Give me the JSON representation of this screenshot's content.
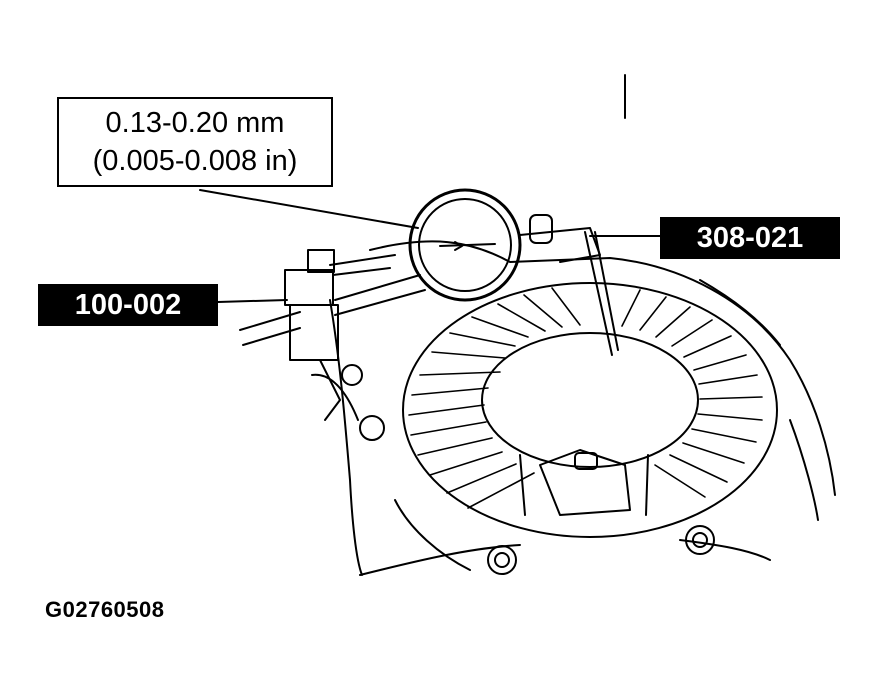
{
  "spec": {
    "metric": "0.13-0.20 mm",
    "imperial": "(0.005-0.008 in)"
  },
  "callouts": {
    "dial_indicator_tool": "308-021",
    "holding_fixture_tool": "100-002"
  },
  "figure_id": "G02760508",
  "colors": {
    "ink": "#000000",
    "paper": "#ffffff",
    "tag_text": "#ffffff"
  }
}
